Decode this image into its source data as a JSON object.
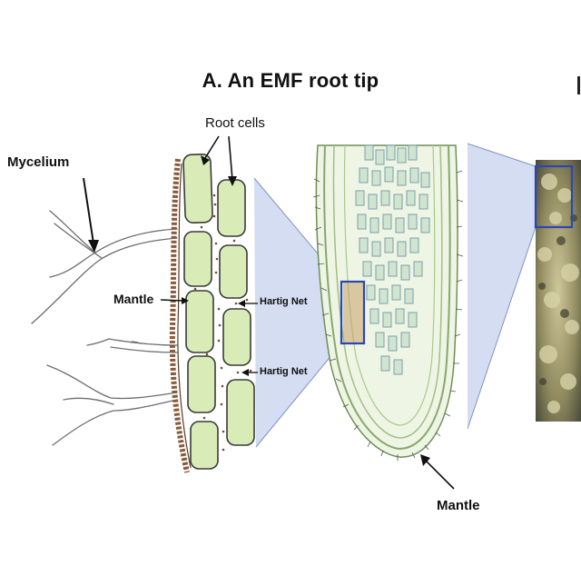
{
  "title": "A. An EMF root tip",
  "labels": {
    "mycelium": "Mycelium",
    "root_cells": "Root cells",
    "mantle_left": "Mantle",
    "hartig_net_upper": "Hartig Net",
    "hartig_net_lower": "Hartig Net",
    "mantle_bottom": "Mantle"
  },
  "colors": {
    "root_cell_fill": "#d9ecb8",
    "root_cell_outline": "#3a3a3a",
    "mantle_fungus": "#8a5a3a",
    "hyphae_stroke": "#6e6e6e",
    "zoom_panel": "#bcc9e8",
    "highlight_box": "#2b47b5",
    "tip_green": "#a9c98a",
    "tip_teal": "#8fc7c4",
    "photo_texture": "#9a8f5e"
  }
}
